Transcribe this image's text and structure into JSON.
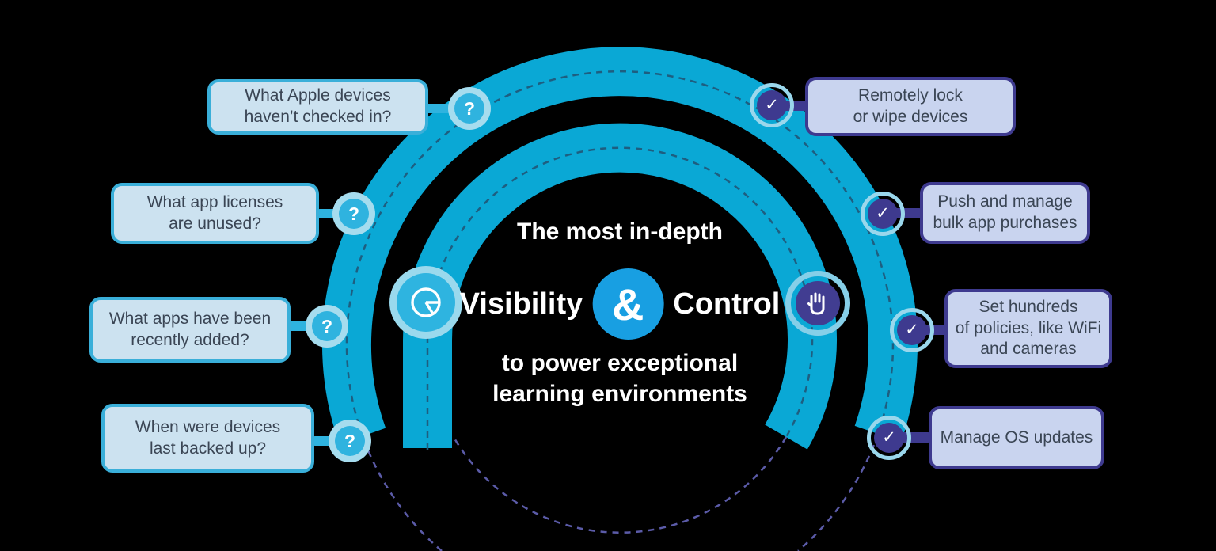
{
  "title": {
    "line1": "The most in-depth",
    "visibility": "Visibility",
    "ampersand": "&",
    "control": "Control",
    "line2": "to power exceptional",
    "line3": "learning environments"
  },
  "left_callouts": [
    {
      "label": "What Apple devices\nhaven’t checked in?"
    },
    {
      "label": "What app licenses\nare unused?"
    },
    {
      "label": "What apps have been\nrecently added?"
    },
    {
      "label": "When were devices\nlast backed up?"
    }
  ],
  "right_callouts": [
    {
      "label": "Remotely lock\nor wipe devices"
    },
    {
      "label": "Push and manage\nbulk app purchases"
    },
    {
      "label": "Set hundreds\nof policies, like WiFi\nand cameras"
    },
    {
      "label": "Manage OS updates"
    }
  ],
  "icons": {
    "question": "?",
    "check": "✓",
    "left_hub": "pie-chart-icon",
    "right_hub": "hand-icon"
  },
  "colors": {
    "ring_cyan": "#0AA8D5",
    "dash_on_ring": "#1E5E80",
    "dash_on_dark": "#5B5BA8",
    "question_badge": "#2FB3DF",
    "check_badge": "#3E3A8F",
    "badge_halo": "#A6DCEE",
    "left_box_fill": "#CCE2F0",
    "left_box_border": "#3AAFD9",
    "right_box_fill": "#C9D4EF",
    "right_box_border": "#3E3A8F",
    "box_text": "#3A4554",
    "ampersand_circle": "#189FE2",
    "headline_text": "#FFFFFF",
    "background": "#000000"
  }
}
